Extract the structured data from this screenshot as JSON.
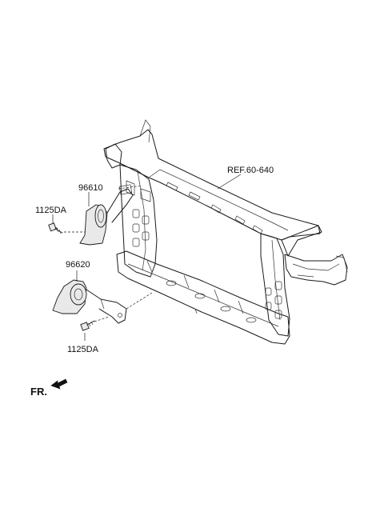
{
  "labels": {
    "ref": "REF.60-640",
    "horn_upper": "96610",
    "bolt_upper": "1125DA",
    "horn_lower": "96620",
    "bolt_lower": "1125DA",
    "front": "FR."
  }
}
